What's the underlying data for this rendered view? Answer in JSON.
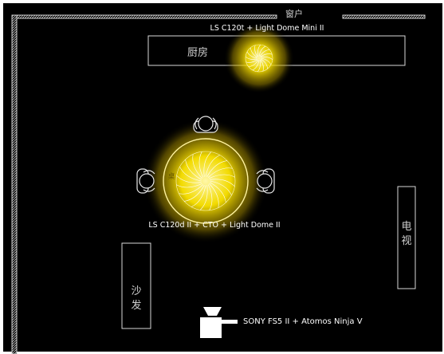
{
  "diagram": {
    "title_window": "窗户",
    "zones": {
      "kitchen": "厨房",
      "table": "桌",
      "tv": "电视",
      "sofa": "沙发"
    },
    "lights": [
      {
        "id": "top-light",
        "label": "LS C120t  + Light Dome Mini II"
      },
      {
        "id": "key-light",
        "label": "LS C120d II + CTO + Light Dome II"
      }
    ],
    "camera": {
      "label": "SONY FS5 II + Atomos Ninja V"
    },
    "colors": {
      "background": "#000000",
      "stroke": "#d8d8d8",
      "light_glow": "#ffe600",
      "light_core": "#ffe87a"
    }
  }
}
